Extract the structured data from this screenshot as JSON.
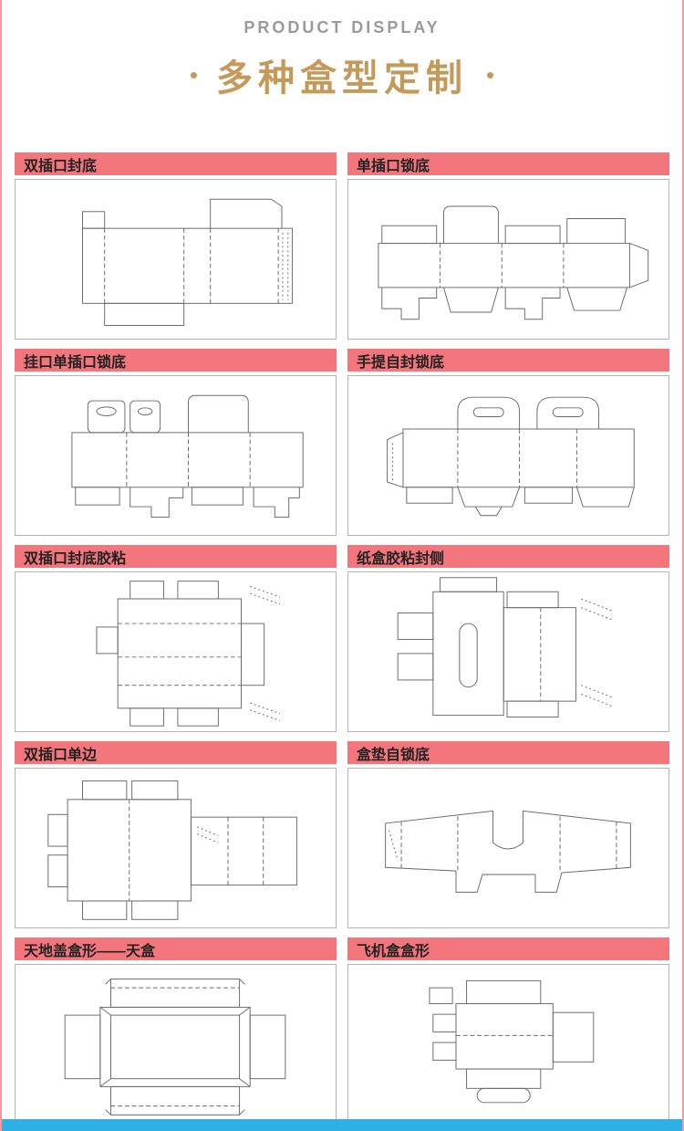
{
  "page": {
    "eyebrow": "PRODUCT DISPLAY",
    "title": "多种盒型定制",
    "decor_dot": "•"
  },
  "colors": {
    "header_pink": "#f4767d",
    "title_gold": "#c49a5b",
    "eyebrow_gray": "#9a9a9a",
    "footer_blue": "#2fb0e5",
    "edge_pink": "#f5999f"
  },
  "cells": [
    {
      "label": "双插口封底",
      "drawing": "double-tuck-seal-bottom"
    },
    {
      "label": "单插口锁底",
      "drawing": "single-tuck-lock-bottom"
    },
    {
      "label": "挂口单插口锁底",
      "drawing": "hang-tab-single-tuck-lock-bottom"
    },
    {
      "label": "手提自封锁底",
      "drawing": "carry-handle-self-seal-lock-bottom"
    },
    {
      "label": "双插口封底胶粘",
      "drawing": "double-tuck-seal-bottom-glued"
    },
    {
      "label": "纸盒胶粘封侧",
      "drawing": "carton-glued-side-seal"
    },
    {
      "label": "双插口单边",
      "drawing": "double-tuck-single-side"
    },
    {
      "label": "盒垫自锁底",
      "drawing": "box-pad-self-lock-bottom"
    },
    {
      "label": "天地盖盒形——天盒",
      "drawing": "lid-and-base-top-box"
    },
    {
      "label": "飞机盒盒形",
      "drawing": "mailer-box"
    }
  ]
}
